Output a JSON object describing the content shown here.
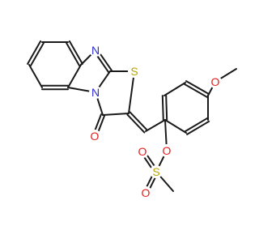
{
  "colors": {
    "background": "#ffffff",
    "bond": "#1a1a1a",
    "N": "#2a2ad8",
    "S": "#b8a400",
    "O": "#e0201e",
    "C": "#1a1a1a"
  },
  "atoms": [
    {
      "id": "c_bz1",
      "element": "C",
      "label": ""
    },
    {
      "id": "c_bz2",
      "element": "C",
      "label": ""
    },
    {
      "id": "c_bz3",
      "element": "C",
      "label": ""
    },
    {
      "id": "c_bz4",
      "element": "C",
      "label": ""
    },
    {
      "id": "c_bz5",
      "element": "C",
      "label": ""
    },
    {
      "id": "c_bz6",
      "element": "C",
      "label": ""
    },
    {
      "id": "n_imine",
      "element": "N",
      "label": "N"
    },
    {
      "id": "c_bridge",
      "element": "C",
      "label": ""
    },
    {
      "id": "n_amide",
      "element": "N",
      "label": "N"
    },
    {
      "id": "s_thia",
      "element": "S",
      "label": "S"
    },
    {
      "id": "c_carbonyl",
      "element": "C",
      "label": ""
    },
    {
      "id": "o_carbonyl",
      "element": "O",
      "label": "O"
    },
    {
      "id": "c_ylidene",
      "element": "C",
      "label": ""
    },
    {
      "id": "c_methine",
      "element": "C",
      "label": ""
    },
    {
      "id": "c_ar1",
      "element": "C",
      "label": ""
    },
    {
      "id": "c_ar2",
      "element": "C",
      "label": ""
    },
    {
      "id": "c_ar3",
      "element": "C",
      "label": ""
    },
    {
      "id": "c_ar4",
      "element": "C",
      "label": ""
    },
    {
      "id": "c_ar5",
      "element": "C",
      "label": ""
    },
    {
      "id": "c_ar6",
      "element": "C",
      "label": ""
    },
    {
      "id": "o_methoxy",
      "element": "O",
      "label": "O"
    },
    {
      "id": "c_methoxy",
      "element": "C",
      "label": ""
    },
    {
      "id": "o_ester",
      "element": "O",
      "label": "O"
    },
    {
      "id": "s_sulfonyl",
      "element": "S",
      "label": "S"
    },
    {
      "id": "o_sulf1",
      "element": "O",
      "label": "O"
    },
    {
      "id": "o_sulf2",
      "element": "O",
      "label": "O"
    },
    {
      "id": "c_mesyl",
      "element": "C",
      "label": ""
    }
  ]
}
